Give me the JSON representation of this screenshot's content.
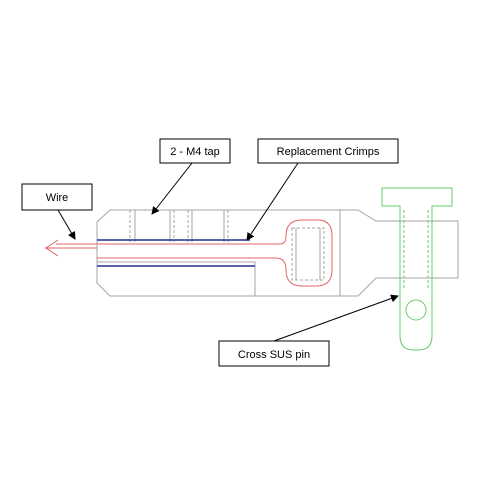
{
  "labels": {
    "wire": "Wire",
    "m4_tap": "2 - M4 tap",
    "replacement_crimps": "Replacement Crimps",
    "cross_pin": "Cross SUS pin"
  },
  "colors": {
    "outline": "#a6a6a6",
    "wire": "#e06666",
    "crimp_line": "#1f2f8f",
    "pin": "#66cc66",
    "callout_border": "#000000",
    "arrow": "#000000"
  }
}
